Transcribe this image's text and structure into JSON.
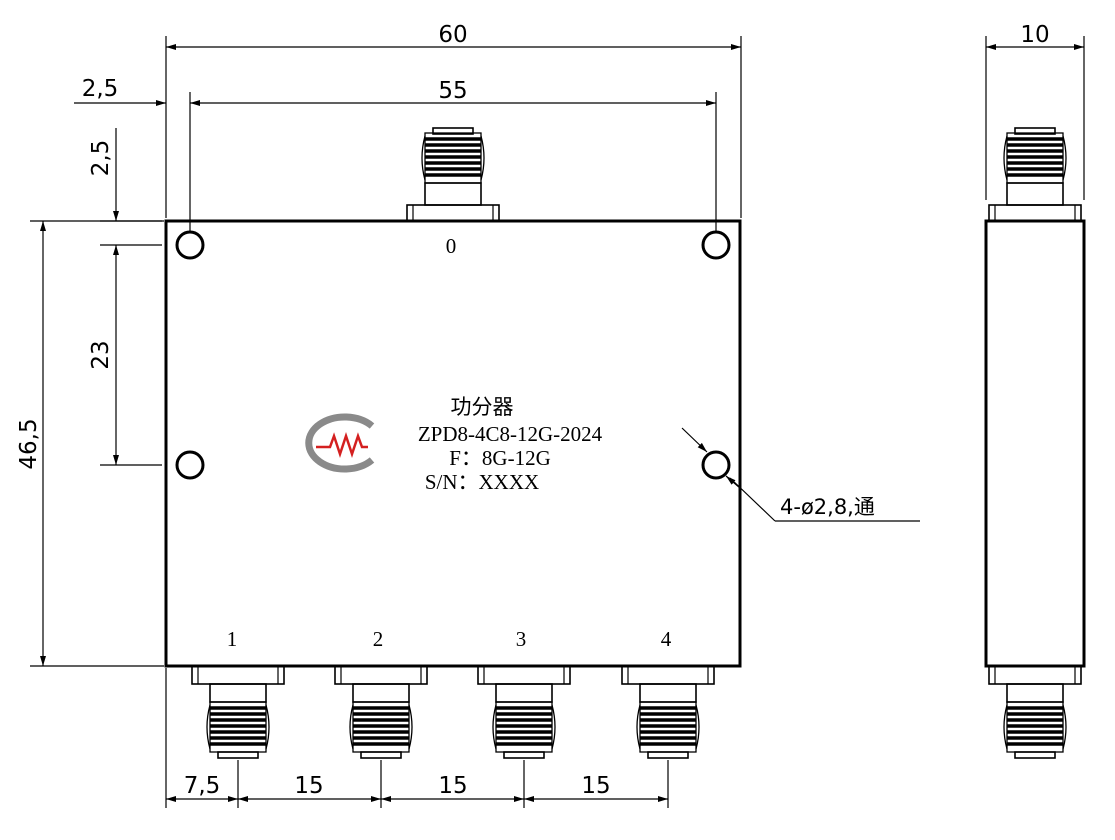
{
  "dimensions": {
    "overall_width": "60",
    "hole_pitch_x": "55",
    "left_offset_x": "2,5",
    "top_offset_y": "2,5",
    "hole_pitch_y": "23",
    "overall_height": "46,5",
    "thickness": "10",
    "first_port_offset": "7,5",
    "port_pitch_1": "15",
    "port_pitch_2": "15",
    "port_pitch_3": "15"
  },
  "labels": {
    "port_in": "0",
    "port_1": "1",
    "port_2": "2",
    "port_3": "3",
    "port_4": "4"
  },
  "nameplate": {
    "title": "功分器",
    "model": "ZPD8-4C8-12G-2024",
    "frequency": "F：8G-12G",
    "serial": "S/N：XXXX"
  },
  "hole_note": "4-ø2,8,通",
  "colors": {
    "line": "#000000",
    "logo_gray": "#8a8a8a",
    "logo_red": "#d42020"
  }
}
